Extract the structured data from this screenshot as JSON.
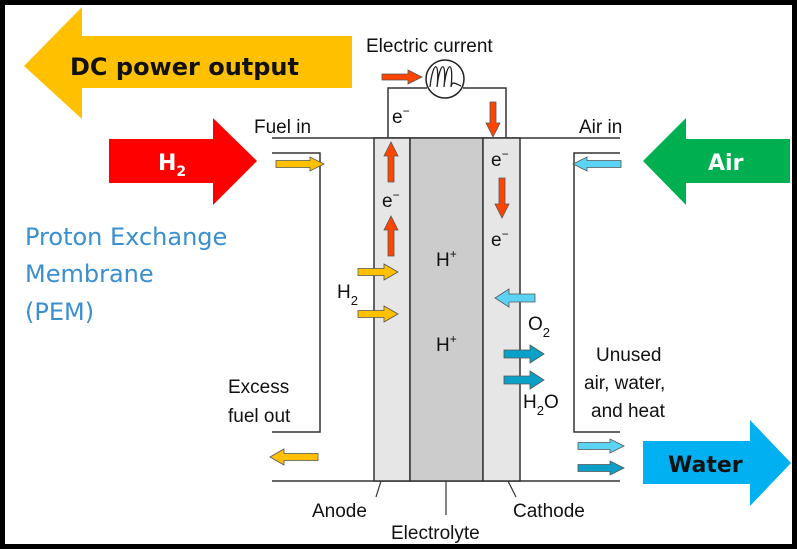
{
  "title": "Proton Exchange Membrane fuel cell diagram",
  "big_arrows": {
    "dc_power": {
      "label": "DC power output",
      "color": "#ffc000"
    },
    "h2_in": {
      "label": "H",
      "sub": "2",
      "color": "#ff0000"
    },
    "air_in": {
      "label": "Air",
      "color": "#00b050"
    },
    "water_out": {
      "label": "Water",
      "color": "#00b0f0"
    }
  },
  "pem_caption": {
    "line1": "Proton Exchange",
    "line2": "Membrane",
    "line3": "(PEM)",
    "color": "#3a8fd0"
  },
  "labels": {
    "electric_current": "Electric current",
    "fuel_in": "Fuel in",
    "air_in": "Air in",
    "excess_fuel_line1": "Excess",
    "excess_fuel_line2": "fuel out",
    "unused_line1": "Unused",
    "unused_line2": "air, water,",
    "unused_line3": "and heat",
    "anode": "Anode",
    "electrolyte": "Electrolyte",
    "cathode": "Cathode"
  },
  "species": {
    "electron": "e",
    "electron_sup": "−",
    "proton": "H",
    "proton_sup": "+",
    "hydrogen": "H",
    "hydrogen_sub": "2",
    "oxygen": "O",
    "oxygen_sub": "2",
    "water_h": "H",
    "water_sub": "2",
    "water_o": "O"
  },
  "colors": {
    "electron_arrow": "#ff4500",
    "fuel_arrow": "#ffc000",
    "air_arrow": "#5bd3f5",
    "water_arrow": "#0aa0c8",
    "electrode": "#e6e6e6",
    "electrolyte": "#cccccc",
    "line": "#333333"
  }
}
